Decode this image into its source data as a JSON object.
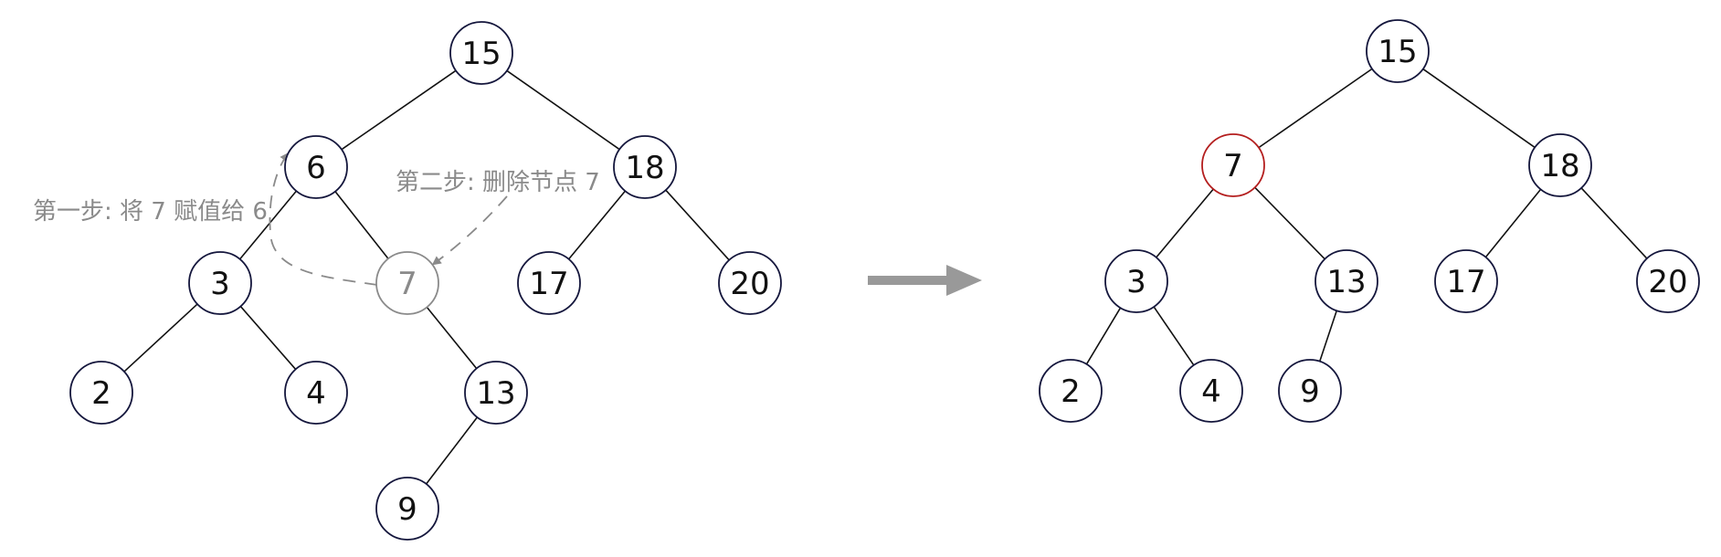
{
  "before_tree": {
    "nodes": [
      {
        "id": "b15",
        "label": "15"
      },
      {
        "id": "b6",
        "label": "6"
      },
      {
        "id": "b18",
        "label": "18"
      },
      {
        "id": "b3",
        "label": "3"
      },
      {
        "id": "b7",
        "label": "7",
        "state": "faded"
      },
      {
        "id": "b17",
        "label": "17"
      },
      {
        "id": "b20",
        "label": "20"
      },
      {
        "id": "b2",
        "label": "2"
      },
      {
        "id": "b4",
        "label": "4"
      },
      {
        "id": "b13",
        "label": "13"
      },
      {
        "id": "b9",
        "label": "9"
      }
    ],
    "edges": [
      [
        "b15",
        "b6"
      ],
      [
        "b15",
        "b18"
      ],
      [
        "b6",
        "b3"
      ],
      [
        "b6",
        "b7"
      ],
      [
        "b18",
        "b17"
      ],
      [
        "b18",
        "b20"
      ],
      [
        "b3",
        "b2"
      ],
      [
        "b3",
        "b4"
      ],
      [
        "b7",
        "b13"
      ],
      [
        "b13",
        "b9"
      ]
    ]
  },
  "after_tree": {
    "nodes": [
      {
        "id": "a15",
        "label": "15"
      },
      {
        "id": "a7",
        "label": "7",
        "state": "highlight"
      },
      {
        "id": "a18",
        "label": "18"
      },
      {
        "id": "a3",
        "label": "3"
      },
      {
        "id": "a13",
        "label": "13"
      },
      {
        "id": "a17",
        "label": "17"
      },
      {
        "id": "a20",
        "label": "20"
      },
      {
        "id": "a2",
        "label": "2"
      },
      {
        "id": "a4",
        "label": "4"
      },
      {
        "id": "a9",
        "label": "9"
      }
    ],
    "edges": [
      [
        "a15",
        "a7"
      ],
      [
        "a15",
        "a18"
      ],
      [
        "a7",
        "a3"
      ],
      [
        "a7",
        "a13"
      ],
      [
        "a18",
        "a17"
      ],
      [
        "a18",
        "a20"
      ],
      [
        "a3",
        "a2"
      ],
      [
        "a3",
        "a4"
      ],
      [
        "a13",
        "a9"
      ]
    ]
  },
  "annotations": {
    "step1": "第一步: 将 7 赋值给 6",
    "step2": "第二步: 删除节点 7"
  },
  "colors": {
    "node_stroke": "#14163c",
    "faded": "#8a8a8a",
    "highlight": "#b41e1e",
    "arrow": "#999999"
  }
}
